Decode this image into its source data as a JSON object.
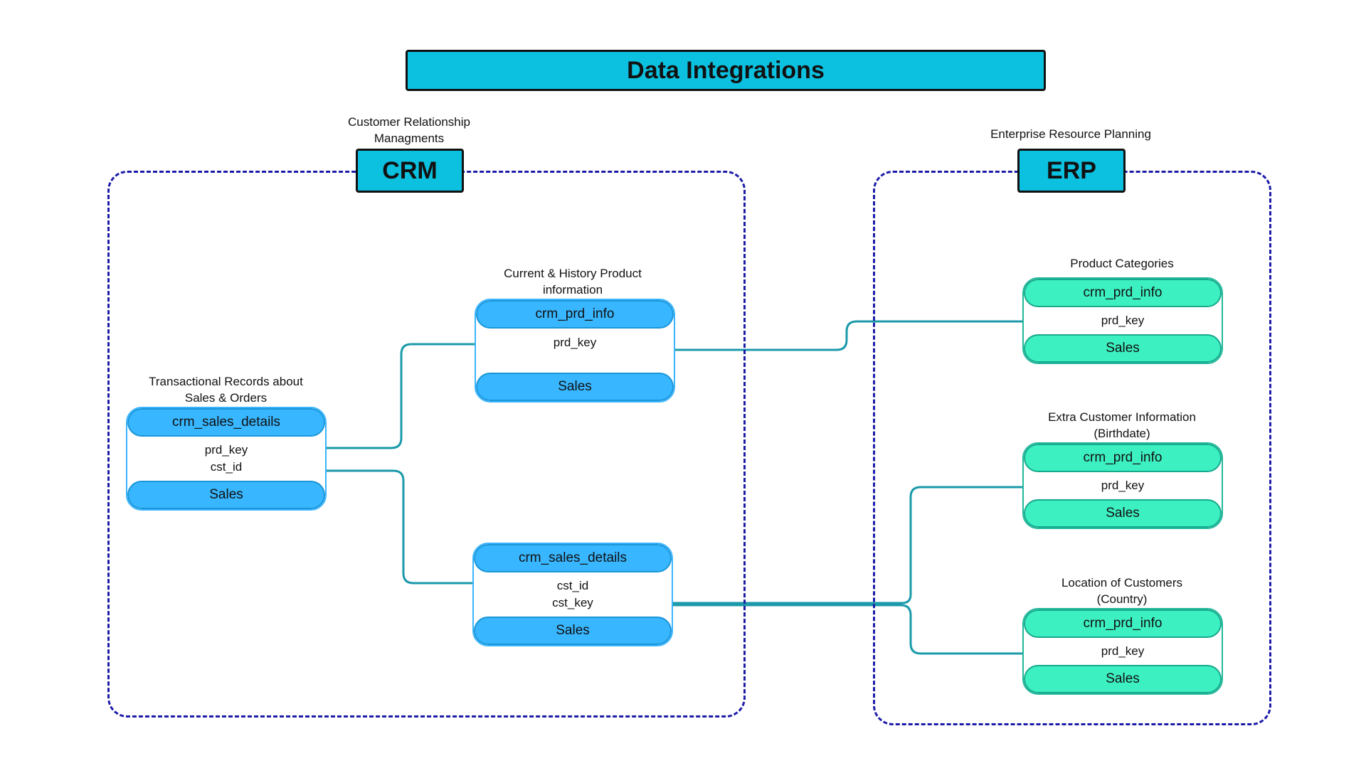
{
  "title": "Data Integrations",
  "colors": {
    "accent": "#0cc0df",
    "group_border": "#1c1ca8",
    "crm_table": "#38b6ff",
    "erp_table": "#3df0c1",
    "connector": "#1b9aaa"
  },
  "crm": {
    "label": "CRM",
    "caption": "Customer Relationship Managments",
    "tables": [
      {
        "caption": "Transactional Records about Sales  & Orders",
        "name": "crm_sales_details",
        "fields": [
          "prd_key",
          "cst_id"
        ],
        "footer": "Sales"
      },
      {
        "caption": "Current & History Product information",
        "name": "crm_prd_info",
        "fields": [
          "prd_key"
        ],
        "footer": "Sales"
      },
      {
        "caption": "",
        "name": "crm_sales_details",
        "fields": [
          "cst_id",
          "cst_key"
        ],
        "footer": "Sales"
      }
    ]
  },
  "erp": {
    "label": "ERP",
    "caption": "Enterprise Resource Planning",
    "tables": [
      {
        "caption": "Product Categories",
        "name": "crm_prd_info",
        "fields": [
          "prd_key"
        ],
        "footer": "Sales"
      },
      {
        "caption": "Extra Customer Information (Birthdate)",
        "name": "crm_prd_info",
        "fields": [
          "prd_key"
        ],
        "footer": "Sales"
      },
      {
        "caption": "Location of Customers (Country)",
        "name": "crm_prd_info",
        "fields": [
          "prd_key"
        ],
        "footer": "Sales"
      }
    ]
  }
}
